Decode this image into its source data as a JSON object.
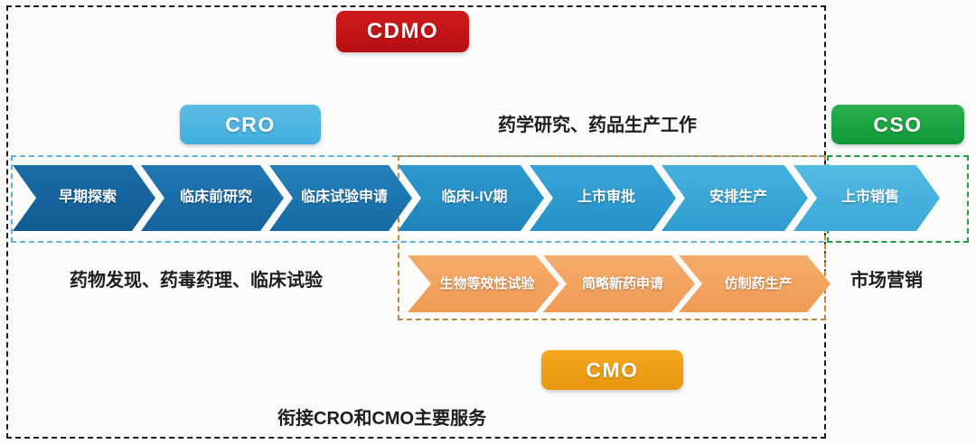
{
  "regions": {
    "cdmo": {
      "name": "CDMO scope box",
      "color": "#1b1b1b"
    },
    "cro": {
      "name": "CRO scope box",
      "color": "#5bb3d8"
    },
    "cmo": {
      "name": "CMO scope box",
      "color": "#c08a3e"
    },
    "cso": {
      "name": "CSO scope box",
      "color": "#1f9c45"
    }
  },
  "badges": {
    "cdmo": {
      "label": "CDMO",
      "color": "#c2191b"
    },
    "cro": {
      "label": "CRO",
      "color": "#4ab8e0"
    },
    "cso": {
      "label": "CSO",
      "color": "#22a94a"
    },
    "cmo": {
      "label": "CMO",
      "color": "#f0a02a"
    }
  },
  "captions": {
    "pharmaceutics": "药学研究、药品生产工作",
    "left": "药物发现、药毒药理、临床试验",
    "right": "市场营销",
    "bottom": "衔接CRO和CMO主要服务"
  },
  "flow_primary": {
    "name": "drug development pipeline",
    "steps": [
      {
        "label": "早期探索",
        "color": "#16639e"
      },
      {
        "label": "临床前研究",
        "color": "#1a6ba8"
      },
      {
        "label": "临床试验申请",
        "color": "#1e74af"
      },
      {
        "label": "临床I-IV期",
        "color": "#278fc5"
      },
      {
        "label": "上市审批",
        "color": "#2e9ace"
      },
      {
        "label": "安排生产",
        "color": "#3aa7d8"
      },
      {
        "label": "上市销售",
        "color": "#48b2dd"
      }
    ]
  },
  "flow_generic": {
    "name": "generic drug pipeline",
    "steps": [
      {
        "label": "生物等效性试验",
        "color": "#f2a160"
      },
      {
        "label": "简略新药申请",
        "color": "#f2a160"
      },
      {
        "label": "仿制药生产",
        "color": "#f2a160"
      }
    ]
  }
}
